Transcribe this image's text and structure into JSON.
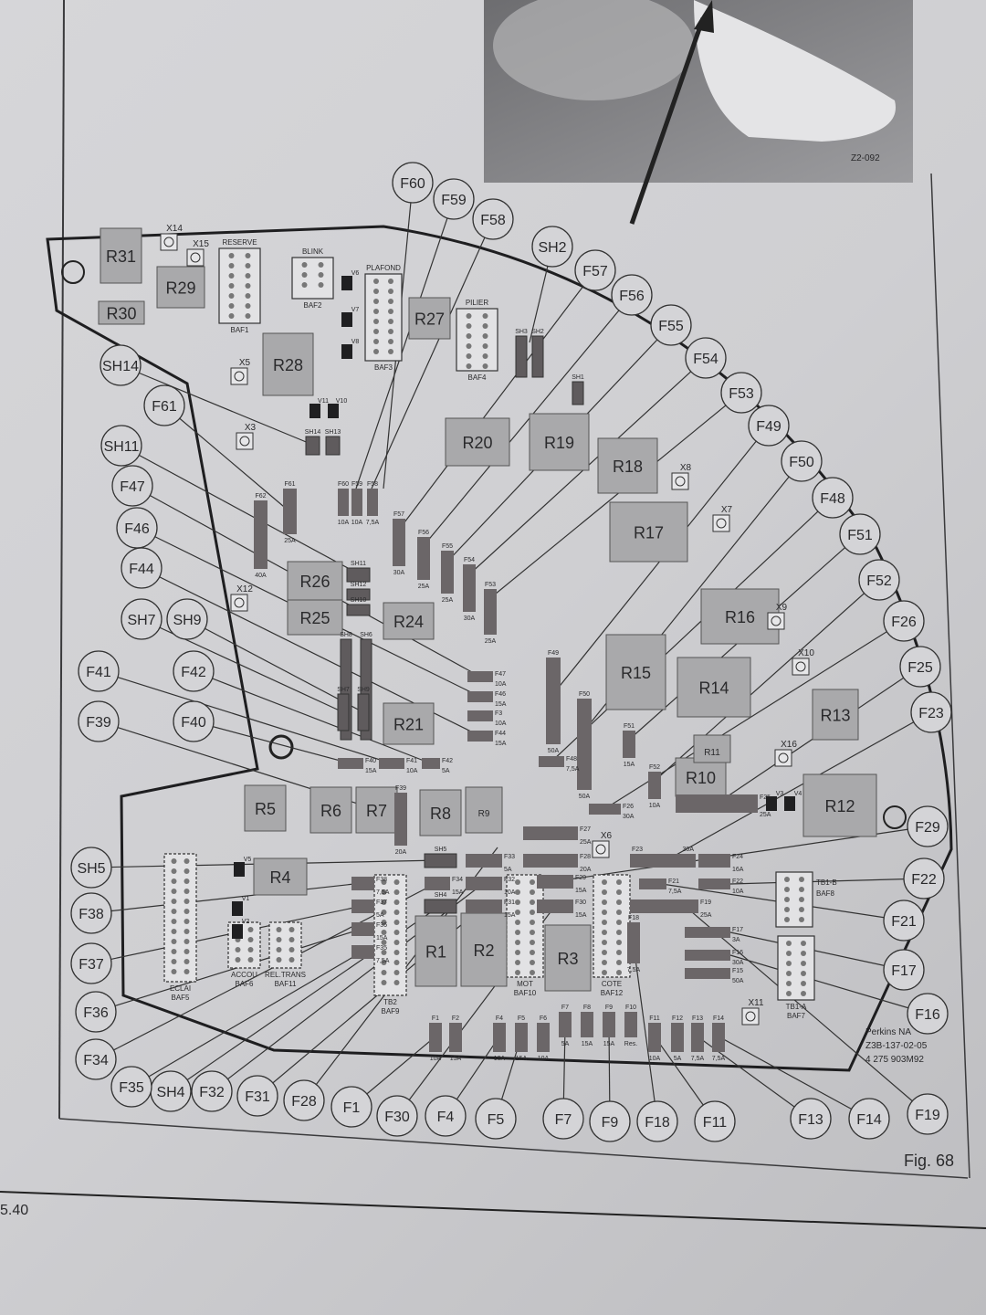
{
  "page": {
    "page_number": "5.40",
    "figure_label": "Fig. 68",
    "photo_code": "Z2-092",
    "part_info": [
      "Perkins NA",
      "Z3B-137-02-05",
      "4 275 903M92"
    ]
  },
  "callouts": [
    "F60",
    "F59",
    "F58",
    "SH2",
    "F57",
    "F56",
    "F55",
    "F54",
    "F53",
    "F49",
    "F50",
    "F48",
    "F51",
    "F52",
    "F26",
    "F25",
    "F23",
    "F29",
    "F22",
    "F21",
    "F17",
    "F16",
    "F19",
    "F14",
    "F13",
    "F11",
    "F18",
    "F9",
    "F7",
    "F5",
    "F4",
    "F30",
    "F1",
    "F28",
    "F31",
    "F32",
    "SH4",
    "F35",
    "F34",
    "F36",
    "F37",
    "F38",
    "SH5",
    "F39",
    "F40",
    "F41",
    "F42",
    "SH7",
    "SH9",
    "F44",
    "F46",
    "F47",
    "SH11",
    "F61",
    "SH14"
  ],
  "relays": [
    "R29",
    "R28",
    "R27",
    "R20",
    "R19",
    "R18",
    "R17",
    "R16",
    "R15",
    "R14",
    "R24",
    "R21",
    "R10",
    "R12",
    "R5",
    "R6",
    "R7",
    "R8",
    "R9",
    "R4",
    "R1",
    "R2",
    "R3",
    "R26",
    "R25",
    "R11",
    "R13",
    "R30",
    "R31"
  ],
  "fuses": [
    {
      "id": "F61",
      "rating": "25A"
    },
    {
      "id": "F62",
      "rating": "40A"
    },
    {
      "id": "F60",
      "rating": "10A"
    },
    {
      "id": "F59",
      "rating": "10A"
    },
    {
      "id": "F58",
      "rating": "7,5A"
    },
    {
      "id": "F57",
      "rating": "30A"
    },
    {
      "id": "F56",
      "rating": "25A"
    },
    {
      "id": "F55",
      "rating": "25A"
    },
    {
      "id": "F54",
      "rating": "30A"
    },
    {
      "id": "F53",
      "rating": "25A"
    },
    {
      "id": "F47",
      "rating": "10A"
    },
    {
      "id": "F46",
      "rating": "15A"
    },
    {
      "id": "F3",
      "rating": "10A"
    },
    {
      "id": "F44",
      "rating": "15A"
    },
    {
      "id": "F49",
      "rating": "50A"
    },
    {
      "id": "F50",
      "rating": "50A"
    },
    {
      "id": "F48",
      "rating": "7,5A"
    },
    {
      "id": "F51",
      "rating": "15A"
    },
    {
      "id": "F52",
      "rating": "10A"
    },
    {
      "id": "F26",
      "rating": "30A"
    },
    {
      "id": "F25",
      "rating": "25A"
    },
    {
      "id": "F27",
      "rating": "25A"
    },
    {
      "id": "F28",
      "rating": "20A"
    },
    {
      "id": "F23",
      "rating": "30A"
    },
    {
      "id": "F24",
      "rating": "16A"
    },
    {
      "id": "F22",
      "rating": "10A"
    },
    {
      "id": "F21",
      "rating": "7,5A"
    },
    {
      "id": "F19",
      "rating": "25A"
    },
    {
      "id": "F17",
      "rating": "3A"
    },
    {
      "id": "F16",
      "rating": "30A"
    },
    {
      "id": "F15",
      "rating": "50A"
    },
    {
      "id": "F33",
      "rating": "5A"
    },
    {
      "id": "F32",
      "rating": "10A"
    },
    {
      "id": "F31",
      "rating": "15A"
    },
    {
      "id": "F34",
      "rating": "15A"
    },
    {
      "id": "F29",
      "rating": "15A"
    },
    {
      "id": "F30",
      "rating": "15A"
    },
    {
      "id": "F39",
      "rating": "20A"
    },
    {
      "id": "F41",
      "rating": "10A"
    },
    {
      "id": "F42",
      "rating": "5A"
    },
    {
      "id": "F40",
      "rating": "15A"
    },
    {
      "id": "F38",
      "rating": "7,5A"
    },
    {
      "id": "F37",
      "rating": "5A"
    },
    {
      "id": "F36",
      "rating": "15A"
    },
    {
      "id": "F35",
      "rating": "7,5A"
    },
    {
      "id": "F1",
      "rating": "10A"
    },
    {
      "id": "F2",
      "rating": "15A"
    },
    {
      "id": "F4",
      "rating": "10A"
    },
    {
      "id": "F5",
      "rating": "15A"
    },
    {
      "id": "F6",
      "rating": "10A"
    },
    {
      "id": "F7",
      "rating": "5A"
    },
    {
      "id": "F8",
      "rating": "15A"
    },
    {
      "id": "F9",
      "rating": "15A"
    },
    {
      "id": "F10",
      "rating": "Res."
    },
    {
      "id": "F11",
      "rating": "10A"
    },
    {
      "id": "F12",
      "rating": "5A"
    },
    {
      "id": "F13",
      "rating": "7,5A"
    },
    {
      "id": "F14",
      "rating": "7,5A"
    },
    {
      "id": "F18",
      "rating": "7,5A"
    }
  ],
  "connectors": [
    {
      "name": "RESERVE",
      "baf": "BAF1"
    },
    {
      "name": "BLINK",
      "baf": "BAF2"
    },
    {
      "name": "PLAFOND",
      "baf": "BAF3"
    },
    {
      "name": "PILIER",
      "baf": "BAF4"
    },
    {
      "name": "TB1-B",
      "baf": "BAF8"
    },
    {
      "name": "TB1-A",
      "baf": "BAF7"
    },
    {
      "name": "ECLAI",
      "baf": "BAF5"
    },
    {
      "name": "ACCOU",
      "baf": "BAF6"
    },
    {
      "name": "REL.TRANS",
      "baf": "BAF11"
    },
    {
      "name": "TB2",
      "baf": "BAF9"
    },
    {
      "name": "MOT",
      "baf": "BAF10"
    },
    {
      "name": "COTE",
      "baf": "BAF12"
    }
  ],
  "shunts": [
    "SH3",
    "SH2",
    "SH1",
    "SH14",
    "SH13",
    "SH11",
    "SH12",
    "SH10",
    "SH8",
    "SH6",
    "SH7",
    "SH9",
    "SH5",
    "SH4"
  ],
  "test_points": [
    "X14",
    "X15",
    "X5",
    "X3",
    "X12",
    "X8",
    "X7",
    "X9",
    "X10",
    "X16",
    "X11",
    "X6"
  ],
  "diodes": [
    "V6",
    "V7",
    "V8",
    "V11",
    "V10",
    "V3",
    "V4",
    "V5",
    "V1",
    "V2"
  ],
  "colors": {
    "paper": "#d2d2d5",
    "ink": "#2a2a2c",
    "fuse": "#6b6668",
    "relay": "#a9a9ab"
  }
}
